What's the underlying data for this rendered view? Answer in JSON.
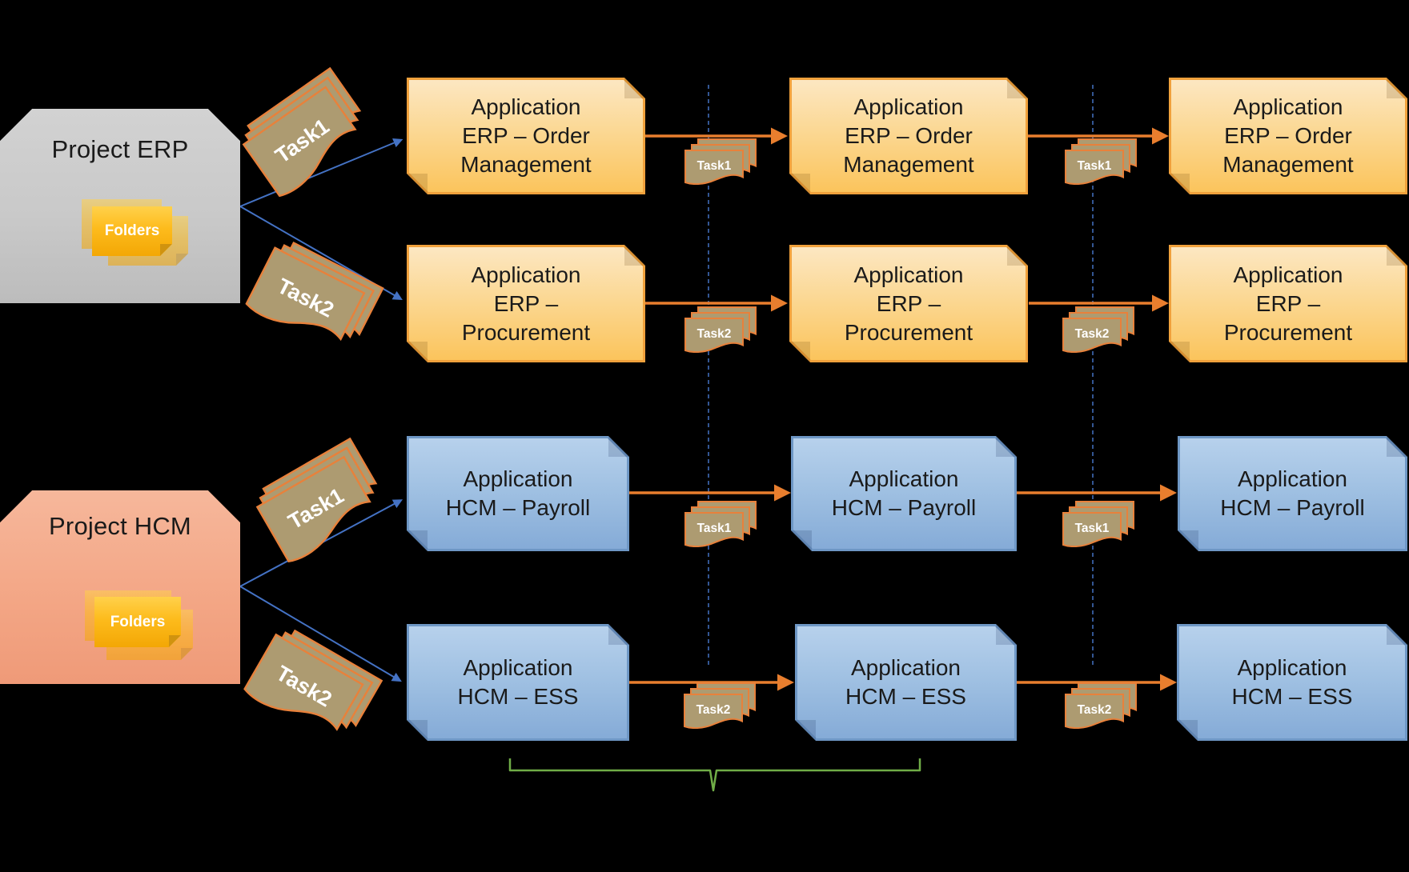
{
  "diagram": {
    "projects": {
      "erp": {
        "title": "Project ERP",
        "folders_label": "Folders"
      },
      "hcm": {
        "title": "Project HCM",
        "folders_label": "Folders"
      }
    },
    "task_flags": {
      "erp_task1": "Task1",
      "erp_task2": "Task2",
      "hcm_task1": "Task1",
      "hcm_task2": "Task2"
    },
    "migration_flags": {
      "erp_row1_a": "Task1",
      "erp_row1_b": "Task1",
      "erp_row2_a": "Task2",
      "erp_row2_b": "Task2",
      "hcm_row1_a": "Task1",
      "hcm_row1_b": "Task1",
      "hcm_row2_a": "Task2",
      "hcm_row2_b": "Task2"
    },
    "applications": {
      "erp_order_mgmt": "Application\nERP – Order\nManagement",
      "erp_procurement": "Application\nERP –\nProcurement",
      "hcm_payroll": "Application\nHCM – Payroll",
      "hcm_ess": "Application\nHCM – ESS"
    },
    "colors": {
      "background": "#000000",
      "text_dark": "#1A1A1A",
      "text_light": "#FFFFFF",
      "project_erp_fill": "#C9C9C9",
      "project_hcm_fill": "#F3A584",
      "erp_app_fill": "#FBD791",
      "erp_app_border": "#F0A13C",
      "hcm_app_fill": "#9FC0E2",
      "hcm_app_border": "#6E97C5",
      "task_flag_fill": "#AD9B71",
      "task_flag_border": "#E8813B",
      "folders_fill": "#FBB91C",
      "folders_ear": "#D0930F",
      "arrow_orange": "#E87E2E",
      "arrow_blue": "#4472C4",
      "separator_dashed": "#4472C4",
      "bracket_green": "#70AD47"
    }
  }
}
